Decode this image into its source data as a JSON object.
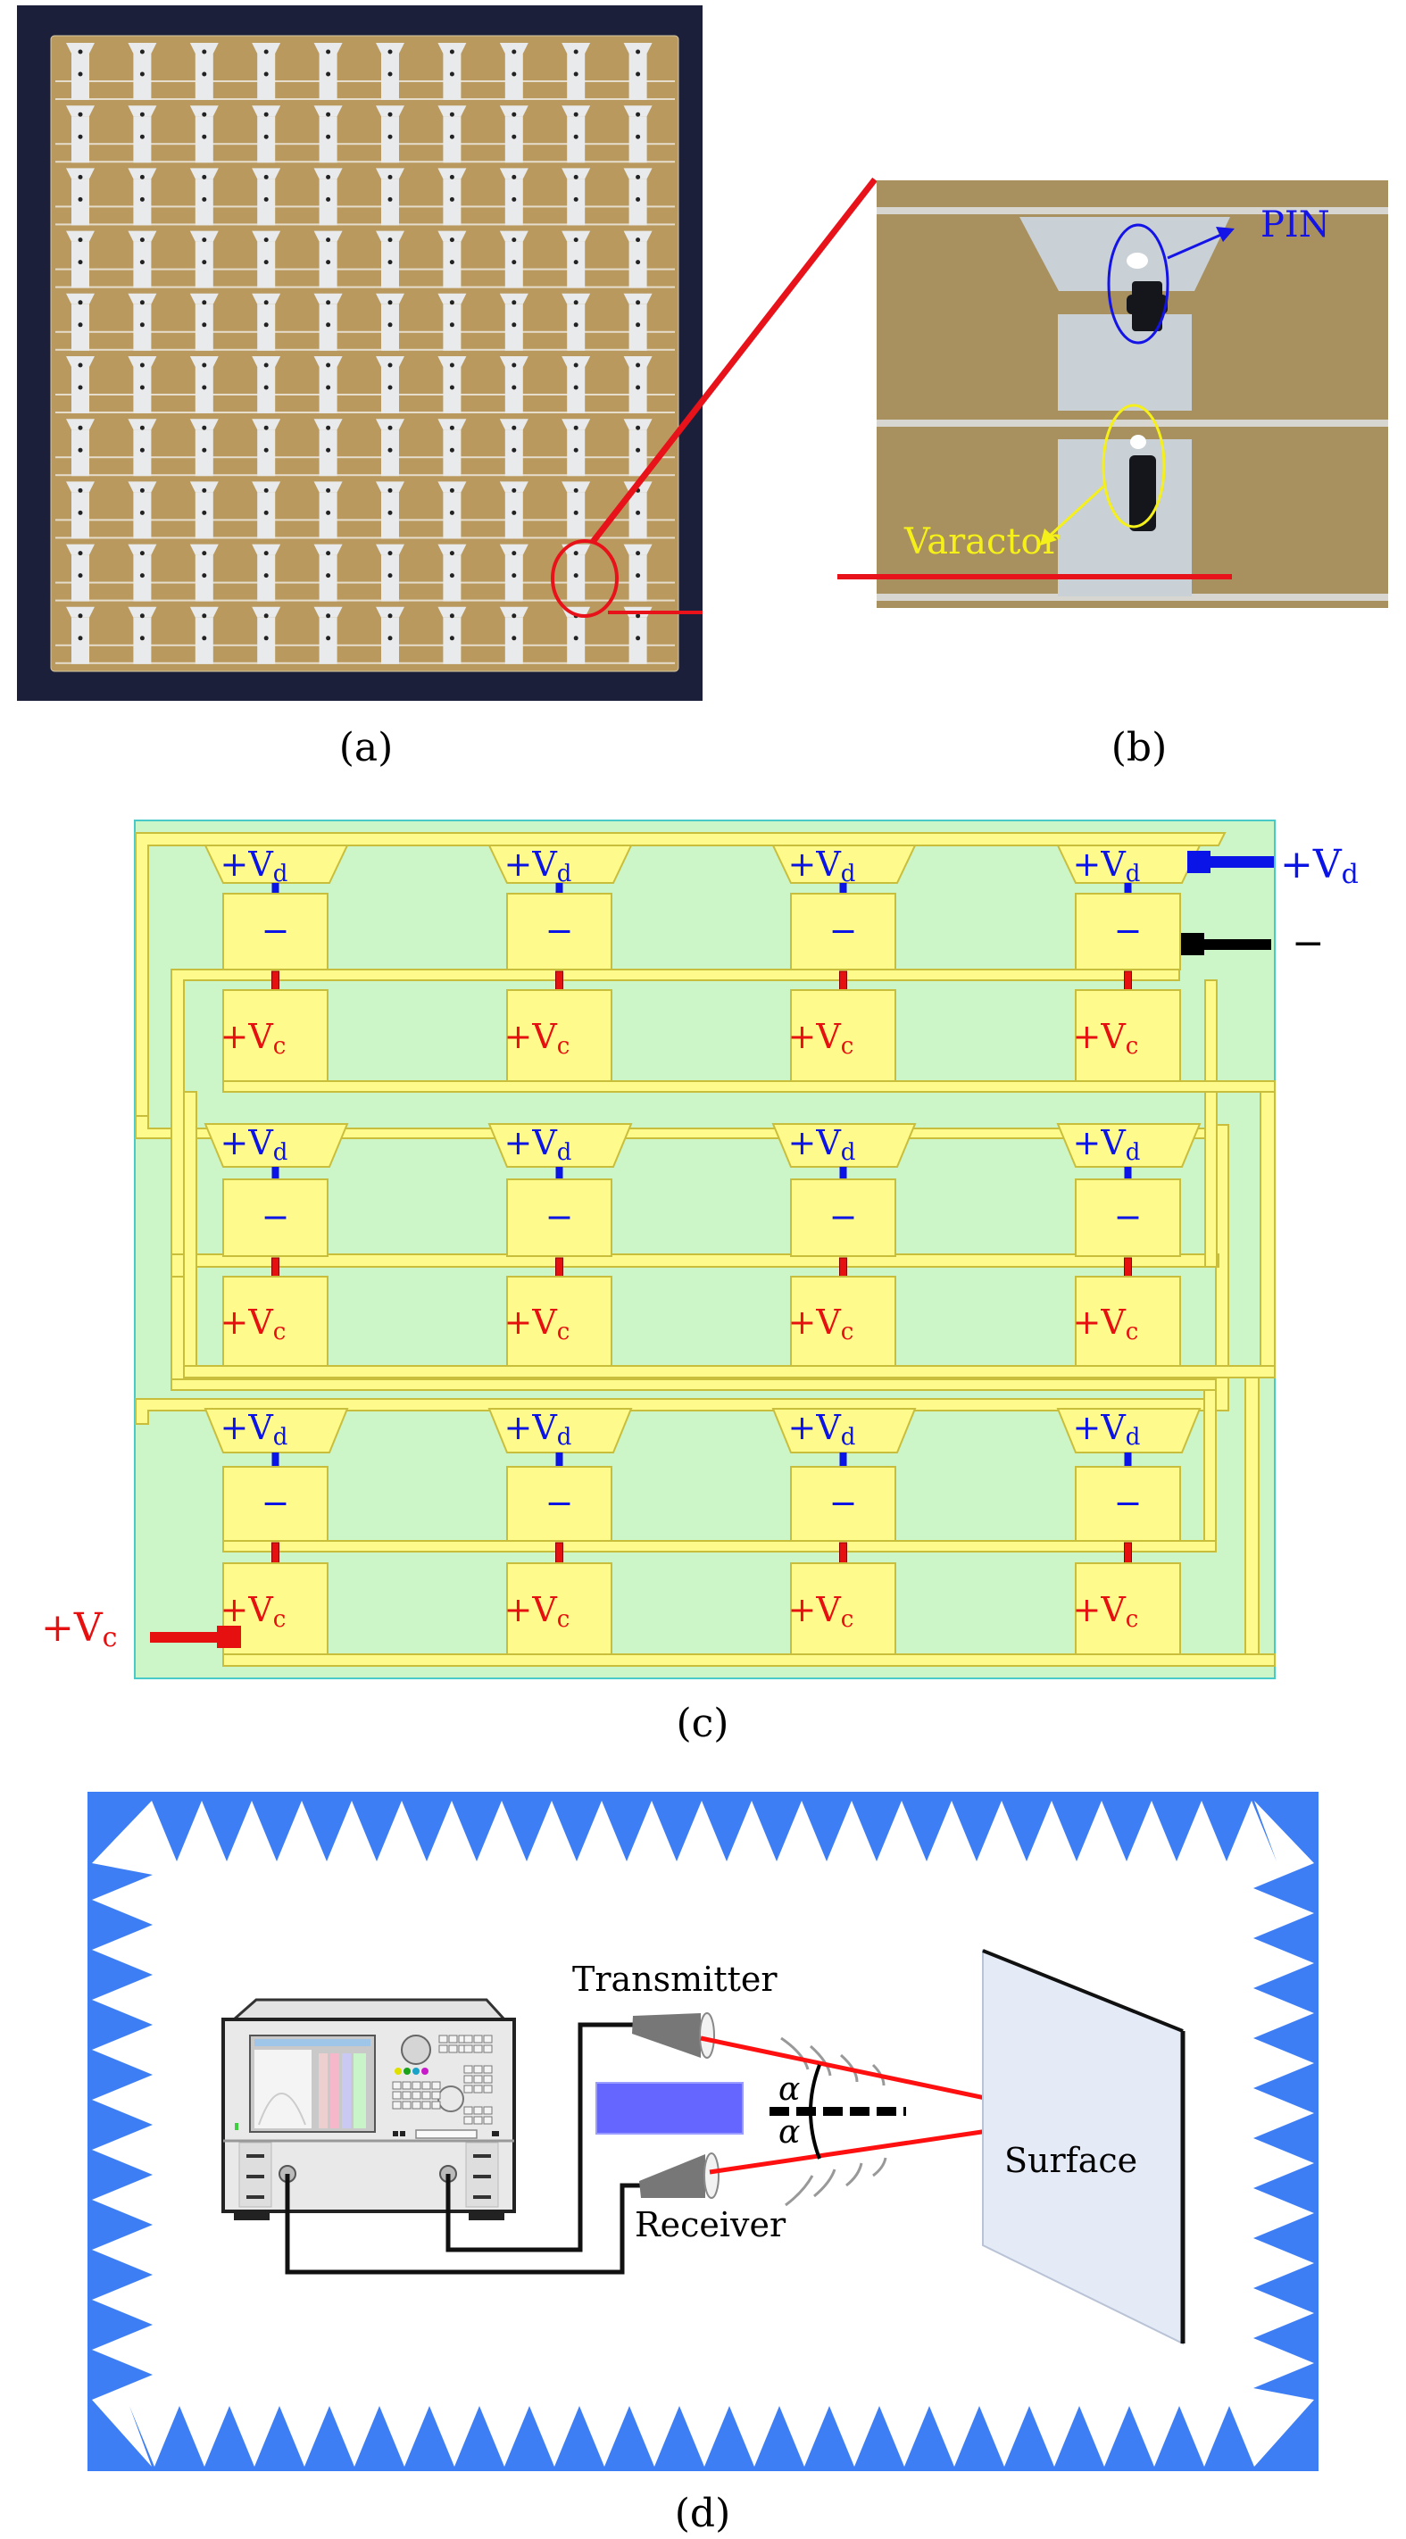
{
  "figure": {
    "panels": {
      "a": {
        "caption": "(a)",
        "description": "photo-of-fabricated-metasurface",
        "grid": {
          "rows": 10,
          "cols": 10
        },
        "highlight": {
          "row": 9,
          "col": 9
        },
        "colors": {
          "background": "#1b1f3a",
          "substrate": "#b9995e",
          "metal": "#e8eaec",
          "highlight": "#e8121a"
        }
      },
      "b": {
        "caption": "(b)",
        "description": "zoomed-unit-cell-photo",
        "pin_label": "PIN",
        "varactor_label": "Varactor",
        "colors": {
          "pin": "#1414e6",
          "varactor": "#f5f01a",
          "substrate": "#a8915e",
          "metal": "#c9d0d6"
        }
      },
      "c": {
        "caption": "(c)",
        "description": "bias-network-layout",
        "rows": 3,
        "cols": 4,
        "cell_labels": {
          "diode_bias": "+V",
          "diode_sub": "d",
          "ground": "−",
          "cap_bias": "+V",
          "cap_sub": "c"
        },
        "terminals": {
          "vd": {
            "text": "+V",
            "sub": "d",
            "color": "#0a14e6"
          },
          "gnd": {
            "text": "−",
            "color": "#000000"
          },
          "vc": {
            "text": "+V",
            "sub": "c",
            "color": "#e61010"
          }
        },
        "colors": {
          "board": "#ccf5c8",
          "board_border": "#4ac9c9",
          "metal": "#fffa8c",
          "metal_border": "#c9be3c",
          "vd": "#0a14e6",
          "vc": "#e61010",
          "gnd": "#000000"
        }
      },
      "d": {
        "caption": "(d)",
        "description": "anechoic-measurement-setup",
        "transmitter_label": "Transmitter",
        "receiver_label": "Receiver",
        "surface_label": "Surface",
        "angle_label": "α",
        "colors": {
          "absorber": "#3d7ef5",
          "beam": "#ff1010",
          "surface": "#e4eaf6",
          "block": "#6466ff"
        }
      }
    }
  }
}
